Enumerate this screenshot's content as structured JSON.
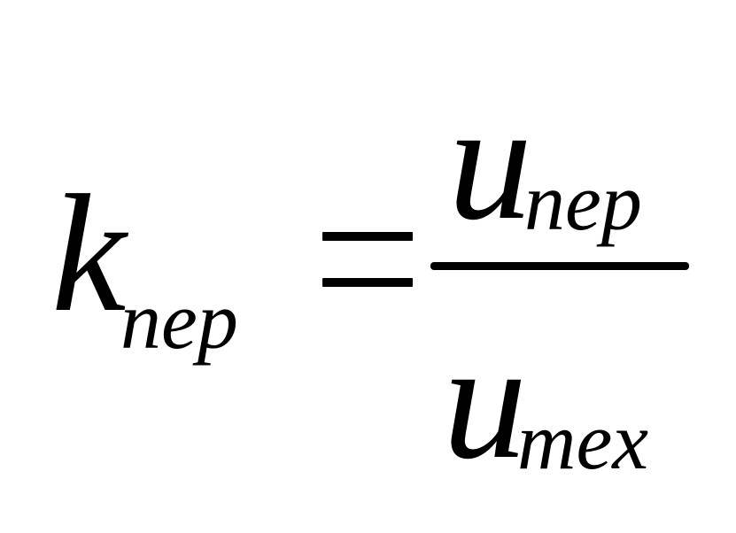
{
  "formula": {
    "lhs": {
      "symbol": "k",
      "subscript": "nep"
    },
    "operator": "=",
    "numerator": {
      "symbol": "u",
      "subscript": "nep"
    },
    "denominator": {
      "symbol": "u",
      "subscript": "mex"
    }
  }
}
